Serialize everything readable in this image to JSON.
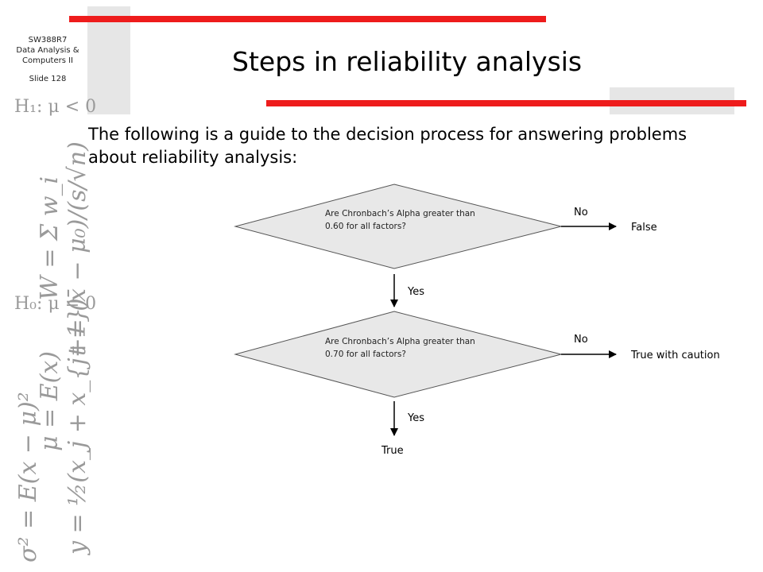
{
  "sidebar": {
    "course_code": "SW388R7",
    "course_name_line1": "Data Analysis &",
    "course_name_line2": "Computers II",
    "slide_label": "Slide 128",
    "formulas": [
      "y = ½(x_j + x_{j+1})",
      "σ² = E(x − μ)²",
      "μ = E(x)",
      "t = (x̄ − μ₀)/(s/√n)",
      "H₀: μ = 0",
      "W = Σ w_i",
      "H₁: μ < 0"
    ]
  },
  "slide": {
    "title": "Steps in reliability analysis",
    "intro": "The following is a guide to the decision process for answering problems about reliability analysis:"
  },
  "flowchart": {
    "decision1": "Are Chronbach’s Alpha greater than 0.60 for all factors?",
    "decision2": "Are Chronbach’s Alpha greater than 0.70 for all factors?",
    "no_label_1": "No",
    "no_result_1": "False",
    "yes_label_1": "Yes",
    "no_label_2": "No",
    "no_result_2": "True with caution",
    "yes_label_2": "Yes",
    "yes_result_2": "True"
  },
  "colors": {
    "accent_red": "#ee1c1c",
    "panel_grey": "#e6e6e6",
    "diamond_fill": "#e8e8e8"
  }
}
